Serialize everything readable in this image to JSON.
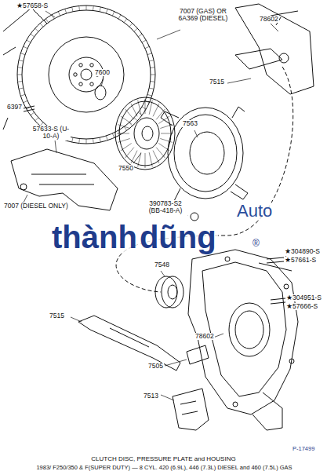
{
  "diagram": {
    "caption": "CLUTCH DISC, PRESSURE PLATE and HOUSING",
    "labels": [
      "★57658-S",
      "7007 (GAS) OR 6A369 (DIESEL)",
      "78602",
      "7515",
      "7600",
      "6397",
      "7563",
      "57633-S (U-10-A)",
      "7550",
      "7007 (DIESEL ONLY)",
      "390783-S2 (BB-418-A)",
      "★304890-S",
      "★57661-S",
      "7548",
      "★304951-S",
      "★57666-S",
      "7515",
      "78602",
      "7505",
      "7513",
      "P-17499",
      "thành",
      "dũng",
      "Auto",
      "®",
      "1983/ F250/350 & F(SUPER DUTY) — 8 CYL. 420 (6.9L), 446 (7.3L) DIESEL  and 460 (7.5L) GAS"
    ]
  }
}
